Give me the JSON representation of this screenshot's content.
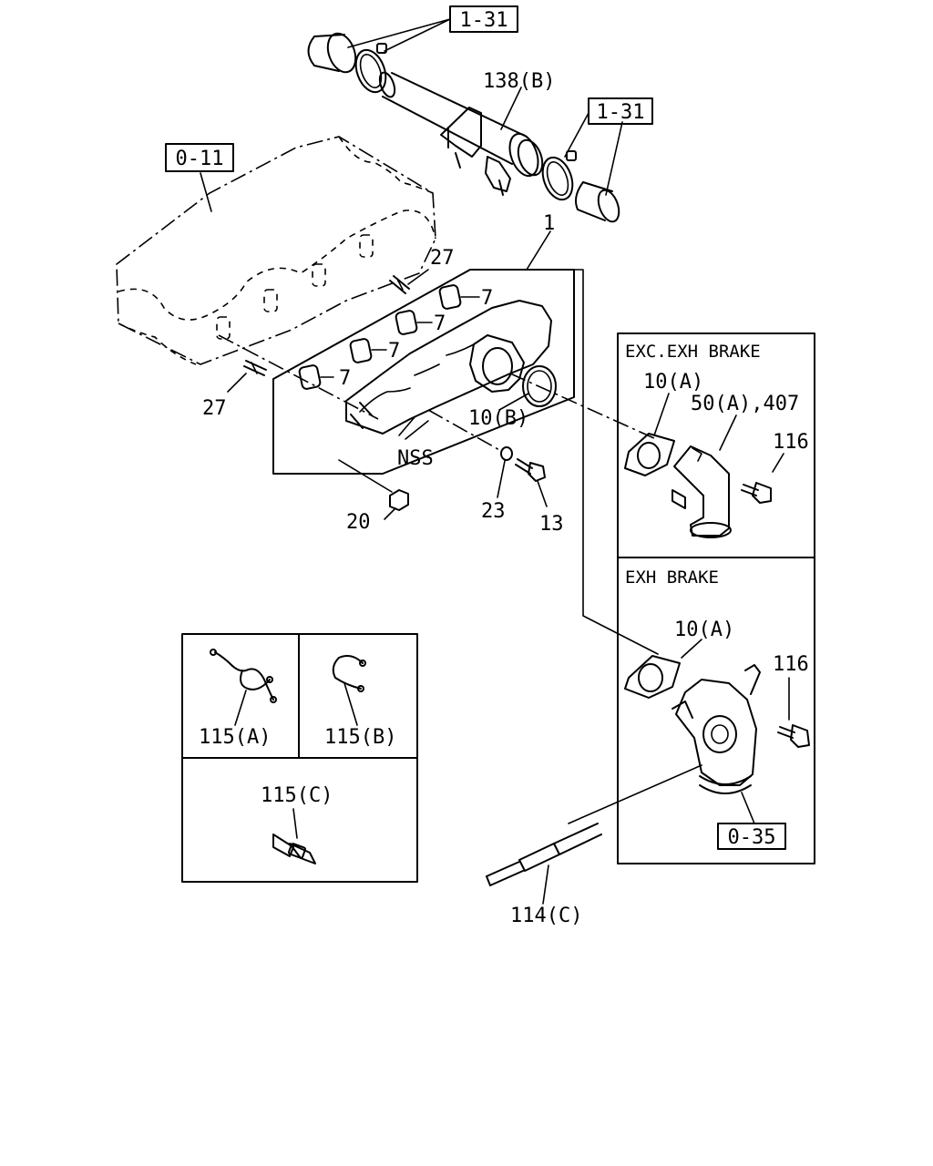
{
  "labels": {
    "ref_1_31_top": "1-31",
    "ref_1_31_right": "1-31",
    "ref_0_11": "0-11",
    "ref_0_35": "0-35",
    "p138b": "138(B)",
    "p1": "1",
    "p27_top": "27",
    "p27_left": "27",
    "p7_a": "7",
    "p7_b": "7",
    "p7_c": "7",
    "p7_d": "7",
    "p10b": "10(B)",
    "nss": "NSS",
    "p23": "23",
    "p13": "13",
    "p20": "20",
    "p10a_exc": "10(A)",
    "p50a_407": "50(A),407",
    "p116_exc": "116",
    "p10a_exh": "10(A)",
    "p116_exh": "116",
    "p115a": "115(A)",
    "p115b": "115(B)",
    "p115c": "115(C)",
    "p114c": "114(C)"
  },
  "sections": {
    "exc_exh_brake": "EXC.EXH BRAKE",
    "exh_brake": "EXH BRAKE"
  }
}
